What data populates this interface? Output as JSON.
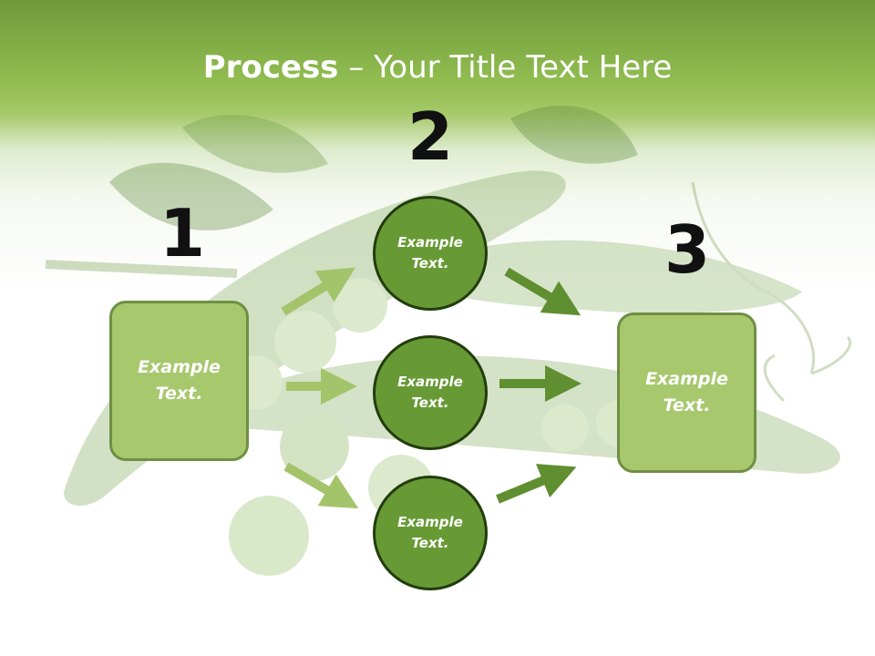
{
  "title": {
    "bold": "Process",
    "rest": " – Your Title Text Here"
  },
  "steps": [
    {
      "number": "1",
      "box_text": "Example\nText."
    },
    {
      "number": "2",
      "circles": [
        {
          "text": "Example\nText."
        },
        {
          "text": "Example\nText."
        },
        {
          "text": "Example\nText."
        }
      ]
    },
    {
      "number": "3",
      "box_text": "Example\nText."
    }
  ],
  "colors": {
    "header_green": "#93bf52",
    "box_fill": "#a7c86d",
    "box_border": "#6f8f43",
    "circle_fill": "#679a35",
    "circle_border": "#223d0d",
    "arrow_light": "#a3c46a",
    "arrow_dark": "#5f8f30"
  },
  "background_image": "green pea pods with peas"
}
